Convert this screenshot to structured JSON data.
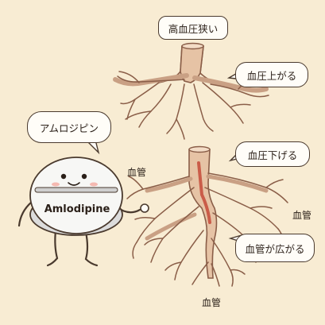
{
  "bubbles": {
    "top_title": "高血圧狭い",
    "top_right": "血圧上がる",
    "pill_speech": "アムロジピン",
    "mid_right": "血圧下げる",
    "bottom_right": "血管が広がる"
  },
  "labels": {
    "pill_name": "Amlodipine",
    "vessel_left": "血管",
    "vessel_right": "血管",
    "vessel_bottom": "血管"
  },
  "colors": {
    "background": "#f8ecd3",
    "root_fill": "#e6c3a5",
    "root_stroke": "#8a5e48",
    "vessel_red": "#c0392b"
  }
}
